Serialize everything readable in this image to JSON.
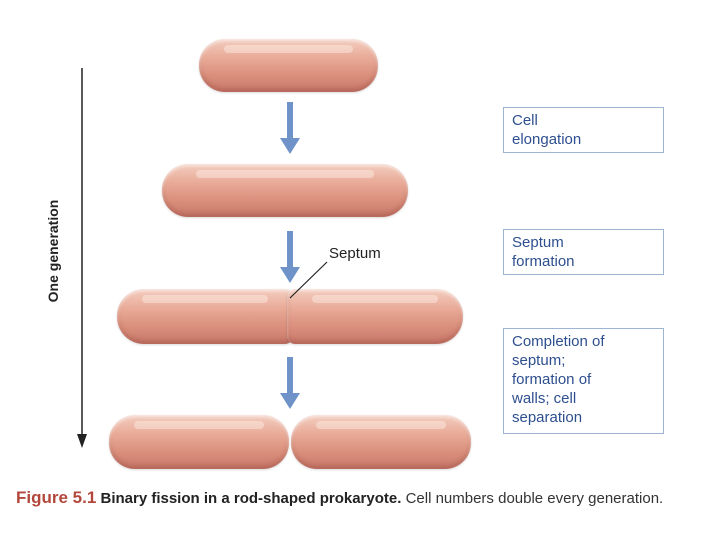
{
  "diagram": {
    "side_label": "One generation",
    "septum_label": "Septum",
    "steps": [
      {
        "label": "Cell\nelongation"
      },
      {
        "label": "Septum\nformation"
      },
      {
        "label": "Completion of\nseptum;\nformation of\nwalls; cell\nseparation"
      }
    ]
  },
  "caption": {
    "figure": "Figure 5.1",
    "title": "Binary fission in a rod-shaped prokaryote.",
    "text": "Cell numbers double every generation."
  },
  "colors": {
    "arrow": "#6f93c9",
    "box_border": "#9db5d3",
    "box_text": "#2e4f8f",
    "figure_label": "#b4473c"
  }
}
